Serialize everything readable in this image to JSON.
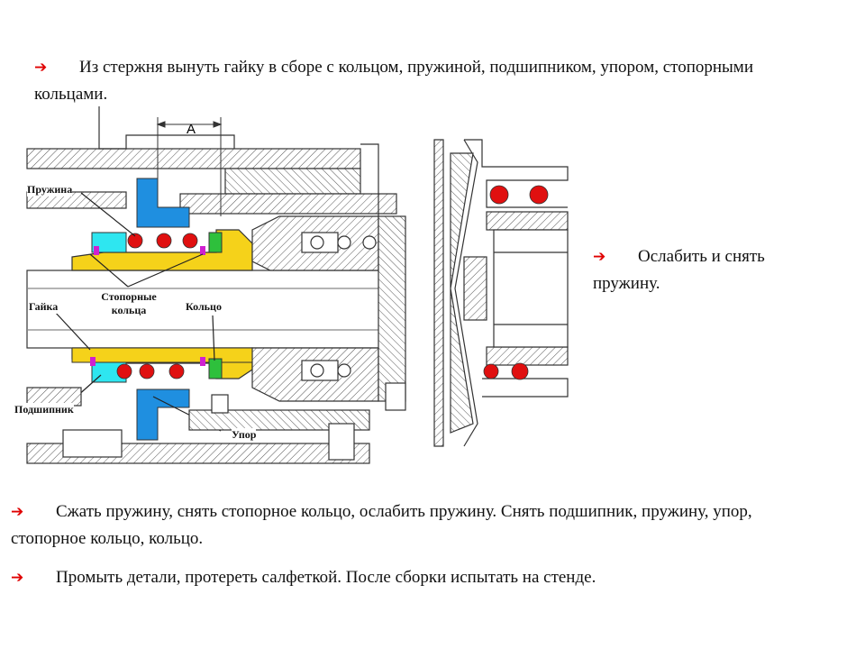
{
  "steps": [
    {
      "arrow": "➔",
      "text": "Из стержня вынуть гайку в сборе с кольцом, пружиной, подшипником, упором, стопорными кольцами."
    },
    {
      "arrow": "➔",
      "text": "Ослабить и снять пружину."
    },
    {
      "arrow": "➔",
      "text": "Сжать пружину, снять стопорное кольцо, ослабить пружину. Снять подшипник, пружину, упор, стопорное кольцо, кольцо."
    },
    {
      "arrow": "➔",
      "text": "Промыть детали, протереть салфеткой. После сборки испытать на стенде."
    }
  ],
  "diagram": {
    "dimension_label": "A",
    "labels": {
      "spring": "Пружина",
      "nut": "Гайка",
      "retaining_rings": "Стопорные кольца",
      "ring": "Кольцо",
      "bearing": "Подшипник",
      "stop": "Упор"
    }
  },
  "colors": {
    "arrow": "#e00000",
    "nut": "#f5d21a",
    "stop": "#1f8fe0",
    "bearing": "#2ee6f0",
    "ring": "#2ec03c",
    "retaining_ring": "#d020d0",
    "spring_ball": "#e01010"
  }
}
